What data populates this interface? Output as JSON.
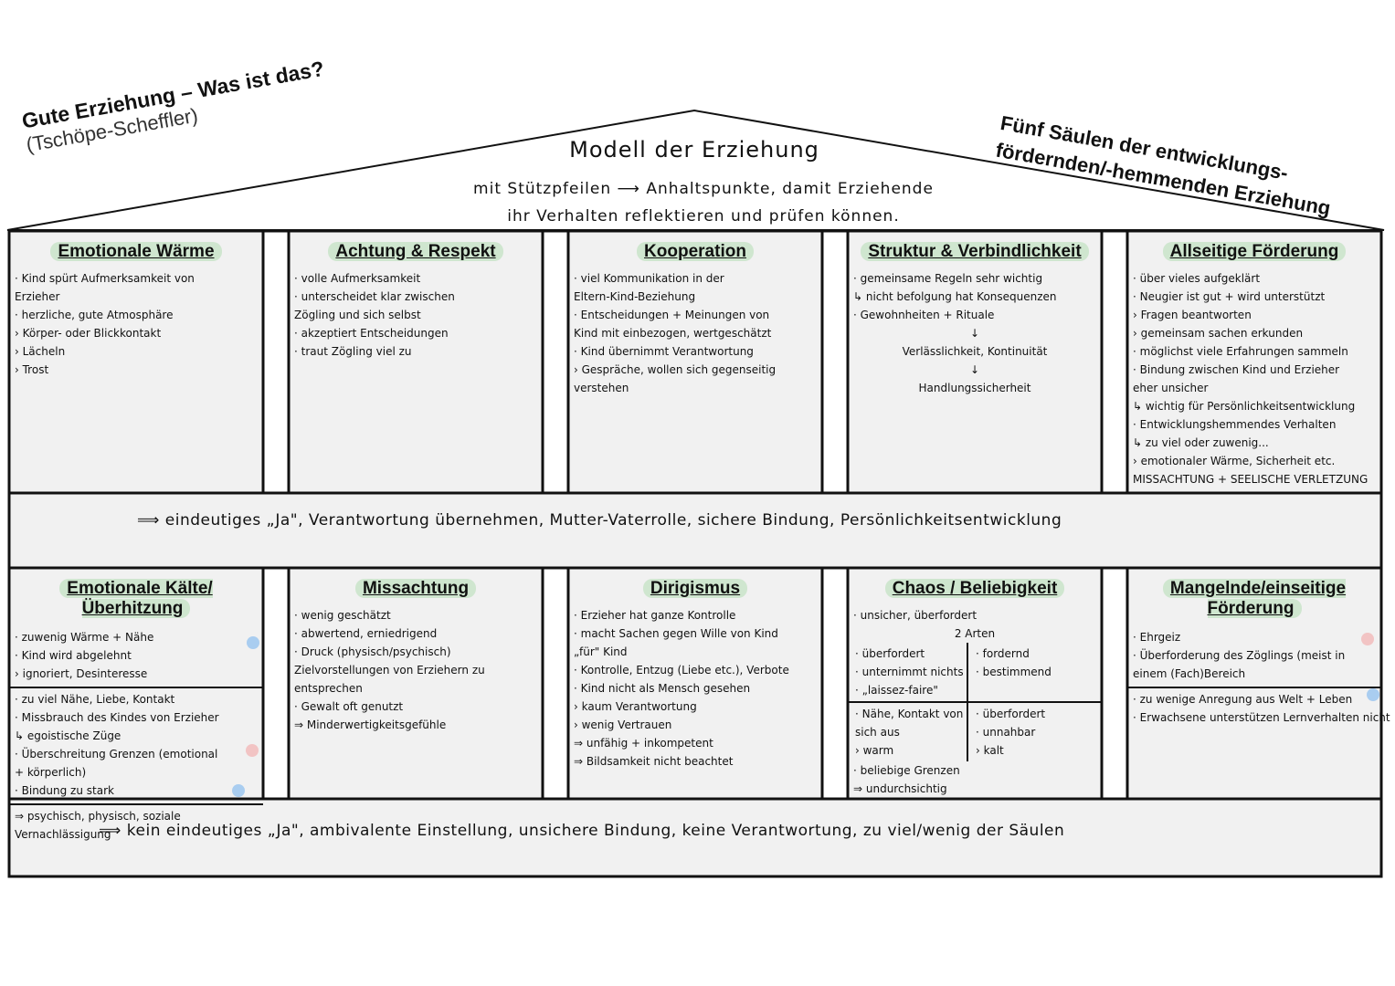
{
  "header": {
    "left_title": "Gute Erziehung – Was ist das?",
    "left_subtitle": "(Tschöpe-Scheffler)",
    "right_title_1": "Fünf Säulen der entwicklungs-",
    "right_title_2": "fördernden/-hemmenden Erziehung",
    "roof_title": "Modell der Erziehung",
    "roof_line_1": "mit Stützpfeilen ⟶ Anhaltspunkte, damit Erziehende",
    "roof_line_2": "ihr Verhalten reflektieren und prüfen können."
  },
  "top_pillars": [
    {
      "title": "Emotionale Wärme",
      "sections": [
        {
          "lines": [
            "· Kind spürt Aufmerksamkeit von",
            "Erzieher",
            "· herzliche, gute Atmosphäre",
            "› Körper- oder Blickkontakt",
            "› Lächeln",
            "› Trost"
          ]
        }
      ]
    },
    {
      "title": "Achtung & Respekt",
      "sections": [
        {
          "lines": [
            "· volle Aufmerksamkeit",
            "· unterscheidet klar zwischen",
            "Zögling und sich selbst",
            "· akzeptiert Entscheidungen",
            "· traut Zögling viel zu"
          ]
        }
      ]
    },
    {
      "title": "Kooperation",
      "sections": [
        {
          "lines": [
            "· viel Kommunikation in der",
            "Eltern-Kind-Beziehung",
            "· Entscheidungen + Meinungen von",
            "Kind mit einbezogen, wertgeschätzt",
            "· Kind übernimmt Verantwortung",
            "› Gespräche, wollen sich gegenseitig",
            "verstehen"
          ]
        }
      ]
    },
    {
      "title": "Struktur & Verbindlichkeit",
      "sections": [
        {
          "lines": [
            "· gemeinsame Regeln sehr wichtig",
            "↳ nicht befolgung hat Konsequenzen",
            "· Gewohnheiten + Rituale"
          ],
          "center": [
            "↓",
            "Verlässlichkeit, Kontinuität",
            "↓",
            "Handlungssicherheit"
          ]
        }
      ]
    },
    {
      "title": "Allseitige Förderung",
      "sections": [
        {
          "lines": [
            "· über vieles aufgeklärt",
            "· Neugier ist gut + wird unterstützt",
            "› Fragen beantworten",
            "› gemeinsam sachen erkunden",
            "· möglichst viele Erfahrungen sammeln",
            "· Bindung zwischen Kind und Erzieher",
            "  eher unsicher",
            "↳ wichtig für Persönlichkeitsentwicklung",
            "· Entwicklungshemmendes Verhalten",
            "↳ zu viel oder zuwenig...",
            "› emotionaler Wärme, Sicherheit etc.",
            "MISSACHTUNG + SEELISCHE VERLETZUNG"
          ]
        }
      ]
    }
  ],
  "middle_band": "⟹ eindeutiges „Ja\", Verantwortung übernehmen, Mutter-Vaterrolle, sichere Bindung, Persönlichkeitsentwicklung",
  "bottom_pillars": [
    {
      "title": "Emotionale Kälte/Überhitzung",
      "sections": [
        {
          "lines": [
            "· zuwenig Wärme + Nähe",
            "· Kind wird abgelehnt",
            "› ignoriert, Desinteresse"
          ]
        },
        {
          "lines": [
            "· zu viel Nähe, Liebe, Kontakt",
            "· Missbrauch des Kindes von Erzieher",
            "↳ egoistische Züge",
            "· Überschreitung Grenzen (emotional",
            "                        + körperlich)",
            "· Bindung zu stark"
          ]
        },
        {
          "lines": [
            "⇒ psychisch, physisch, soziale",
            "   Vernachlässigung"
          ]
        }
      ]
    },
    {
      "title": "Missachtung",
      "sections": [
        {
          "lines": [
            "· wenig geschätzt",
            "· abwertend, erniedrigend",
            "· Druck (physisch/psychisch)",
            "Zielvorstellungen von Erziehern zu",
            "entsprechen",
            "· Gewalt oft genutzt",
            "⇒ Minderwertigkeitsgefühle"
          ]
        }
      ]
    },
    {
      "title": "Dirigismus",
      "sections": [
        {
          "lines": [
            "· Erzieher hat ganze Kontrolle",
            "· macht Sachen gegen Wille von Kind",
            "„für\" Kind",
            "· Kontrolle, Entzug (Liebe etc.), Verbote",
            "· Kind nicht als Mensch gesehen",
            "› kaum Verantwortung",
            "› wenig Vertrauen",
            "⇒ unfähig + inkompetent",
            "⇒ Bildsamkeit nicht beachtet"
          ]
        }
      ]
    },
    {
      "title": "Chaos / Beliebigkeit",
      "intro": "· unsicher, überfordert",
      "types": "2 Arten",
      "cells": [
        [
          "· überfordert",
          "· unternimmt nichts",
          "· „laissez-faire\""
        ],
        [
          "· fordernd",
          "· bestimmend"
        ],
        [
          "· Nähe, Kontakt von",
          "sich aus",
          "› warm"
        ],
        [
          "· überfordert",
          "· unnahbar",
          "› kalt"
        ]
      ],
      "after": [
        "· beliebige Grenzen",
        "⇒ undurchsichtig"
      ]
    },
    {
      "title": "Mangelnde/einseitige Förderung",
      "sections": [
        {
          "lines": [
            "· Ehrgeiz",
            "· Überforderung des Zöglings (meist in",
            "einem (Fach)Bereich"
          ]
        },
        {
          "lines": [
            "· zu wenige Anregung aus Welt + Leben",
            "· Erwachsene unterstützen Lernverhalten nicht"
          ]
        }
      ]
    }
  ],
  "bottom_band": "⟹ kein eindeutiges „Ja\", ambivalente Einstellung, unsichere Bindung, keine Verantwortung, zu viel/wenig der Säulen",
  "colors": {
    "green_highlight": "#cfe6cf",
    "blue_dot": "#a9cdf0",
    "pink_dot": "#f2c4c4",
    "panel": "#f1f1f1",
    "line": "#111111"
  }
}
